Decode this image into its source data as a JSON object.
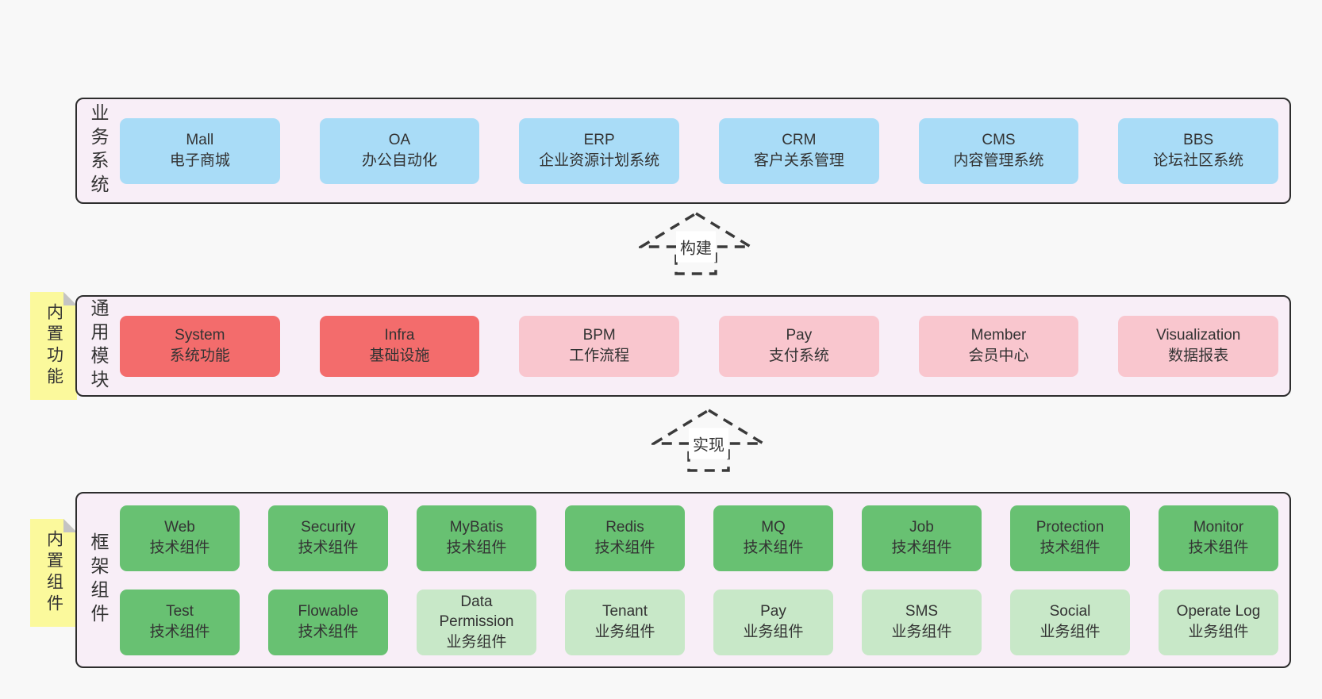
{
  "layers": {
    "business": {
      "label": "业务系统",
      "boxes": [
        {
          "title": "Mall",
          "subtitle": "电子商城",
          "variant": "blue"
        },
        {
          "title": "OA",
          "subtitle": "办公自动化",
          "variant": "blue"
        },
        {
          "title": "ERP",
          "subtitle": "企业资源计划系统",
          "variant": "blue"
        },
        {
          "title": "CRM",
          "subtitle": "客户关系管理",
          "variant": "blue"
        },
        {
          "title": "CMS",
          "subtitle": "内容管理系统",
          "variant": "blue"
        },
        {
          "title": "BBS",
          "subtitle": "论坛社区系统",
          "variant": "blue"
        }
      ]
    },
    "modules": {
      "label": "通用模块",
      "note": "内置功能",
      "boxes": [
        {
          "title": "System",
          "subtitle": "系统功能",
          "variant": "red"
        },
        {
          "title": "Infra",
          "subtitle": "基础设施",
          "variant": "red"
        },
        {
          "title": "BPM",
          "subtitle": "工作流程",
          "variant": "pink"
        },
        {
          "title": "Pay",
          "subtitle": "支付系统",
          "variant": "pink"
        },
        {
          "title": "Member",
          "subtitle": "会员中心",
          "variant": "pink"
        },
        {
          "title": "Visualization",
          "subtitle": "数据报表",
          "variant": "pink"
        }
      ]
    },
    "components": {
      "label": "框架组件",
      "note": "内置组件",
      "row1": [
        {
          "title": "Web",
          "subtitle": "技术组件",
          "variant": "green"
        },
        {
          "title": "Security",
          "subtitle": "技术组件",
          "variant": "green"
        },
        {
          "title": "MyBatis",
          "subtitle": "技术组件",
          "variant": "green"
        },
        {
          "title": "Redis",
          "subtitle": "技术组件",
          "variant": "green"
        },
        {
          "title": "MQ",
          "subtitle": "技术组件",
          "variant": "green"
        },
        {
          "title": "Job",
          "subtitle": "技术组件",
          "variant": "green"
        },
        {
          "title": "Protection",
          "subtitle": "技术组件",
          "variant": "green"
        },
        {
          "title": "Monitor",
          "subtitle": "技术组件",
          "variant": "green"
        }
      ],
      "row2": [
        {
          "title": "Test",
          "subtitle": "技术组件",
          "variant": "green"
        },
        {
          "title": "Flowable",
          "subtitle": "技术组件",
          "variant": "green"
        },
        {
          "title": "Data Permission",
          "subtitle": "业务组件",
          "variant": "lightgreen"
        },
        {
          "title": "Tenant",
          "subtitle": "业务组件",
          "variant": "lightgreen"
        },
        {
          "title": "Pay",
          "subtitle": "业务组件",
          "variant": "lightgreen"
        },
        {
          "title": "SMS",
          "subtitle": "业务组件",
          "variant": "lightgreen"
        },
        {
          "title": "Social",
          "subtitle": "业务组件",
          "variant": "lightgreen"
        },
        {
          "title": "Operate Log",
          "subtitle": "业务组件",
          "variant": "lightgreen"
        }
      ]
    }
  },
  "arrows": {
    "build": "构建",
    "implement": "实现"
  },
  "colors": {
    "page_bg": "#f8f8f8",
    "panel_bg": "#f8eef7",
    "panel_border": "#2d2d2d",
    "blue": "#a9dcf7",
    "red": "#f36c6c",
    "pink": "#f9c6ce",
    "green": "#68c172",
    "light_green": "#c8e8c8",
    "note_yellow": "#fbf99c",
    "note_fold": "#c4c4c4",
    "text": "#333333",
    "arrow_stroke": "#3a3a3a"
  }
}
